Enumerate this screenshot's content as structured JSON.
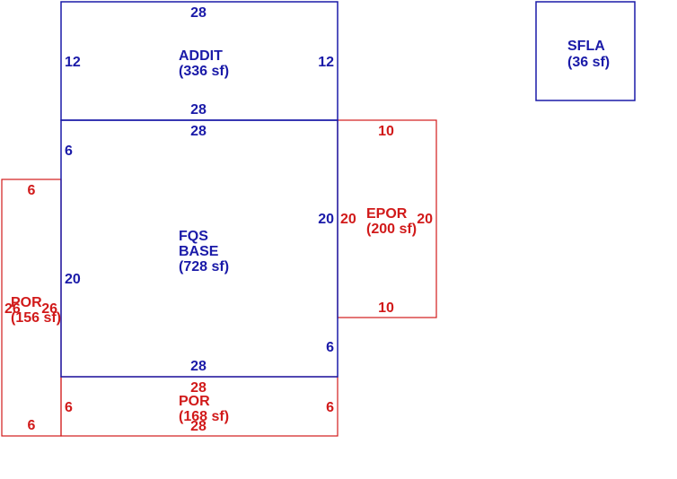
{
  "colors": {
    "main_area": "#1a1aa8",
    "porch": "#d11a1a"
  },
  "areas": {
    "addit": {
      "name": "ADDIT",
      "area": "(336 sf)",
      "dims": {
        "top": "28",
        "bottom": "28",
        "left": "12",
        "right": "12"
      }
    },
    "fqs": {
      "name_line1": "FQS",
      "name_line2": "BASE",
      "area": "(728 sf)",
      "dims": {
        "top": "28",
        "bottom": "28",
        "left_upper": "6",
        "left_lower": "20",
        "right_upper": "20",
        "right_lower": "6"
      }
    },
    "epor": {
      "name": "EPOR",
      "area": "(200 sf)",
      "dims": {
        "top": "10",
        "bottom": "10",
        "left": "20",
        "right": "20"
      }
    },
    "por_left": {
      "name": "POR",
      "area": "(156 sf)",
      "dims": {
        "top": "6",
        "bottom": "6",
        "left": "26",
        "right": "26"
      }
    },
    "por_bottom": {
      "name": "POR",
      "area": "(168 sf)",
      "dims": {
        "top": "28",
        "bottom": "28",
        "left": "6",
        "right": "6"
      }
    },
    "sfla": {
      "name": "SFLA",
      "area": "(36 sf)"
    }
  }
}
